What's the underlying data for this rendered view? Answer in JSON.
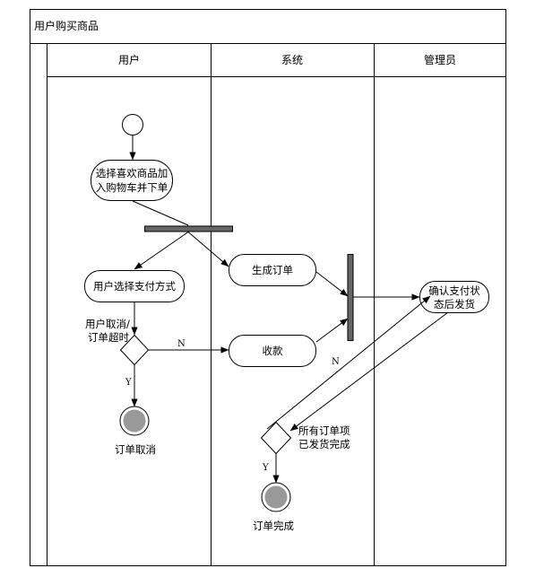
{
  "diagram": {
    "title": "用户购买商品",
    "lanes": [
      {
        "name": "用户"
      },
      {
        "name": "系统"
      },
      {
        "name": "管理员"
      }
    ],
    "activities": {
      "select_goods": [
        "选择喜欢商品加",
        "入购物车并下单"
      ],
      "choose_payment": "用户选择支付方式",
      "generate_order": "生成订单",
      "receive_payment": "收款",
      "confirm_payment": [
        "确认支付状",
        "态后发货"
      ]
    },
    "conditions": {
      "cancel_timeout": [
        "用户取消/",
        "订单超时"
      ],
      "all_shipped": [
        "所有订单项",
        "已发货完成"
      ]
    },
    "flow_labels": {
      "n1": "N",
      "y1": "Y",
      "n2": "N",
      "y2": "Y"
    },
    "end_states": {
      "order_cancelled": "订单取消",
      "order_completed": "订单完成"
    },
    "colors": {
      "line": "#000000",
      "bar": "#666666",
      "end_fill": "#999999"
    }
  }
}
